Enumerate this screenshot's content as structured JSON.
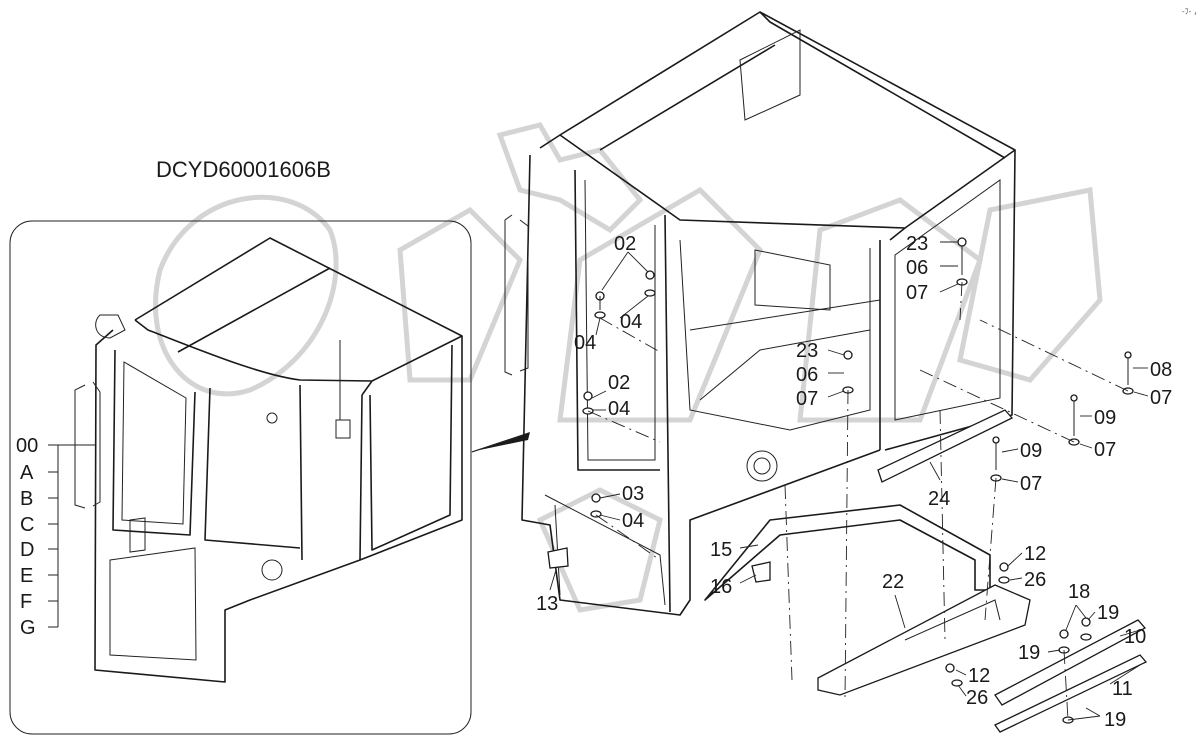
{
  "drawing": {
    "code": "DCYD60001606B",
    "corner_mark": "-ﾌ- ，"
  },
  "inset": {
    "labels": [
      "00",
      "A",
      "B",
      "C",
      "D",
      "E",
      "F",
      "G"
    ]
  },
  "callouts": [
    {
      "id": "c02a",
      "text": "02"
    },
    {
      "id": "c04a",
      "text": "04"
    },
    {
      "id": "c04b",
      "text": "04"
    },
    {
      "id": "c02b",
      "text": "02"
    },
    {
      "id": "c04c",
      "text": "04"
    },
    {
      "id": "c03",
      "text": "03"
    },
    {
      "id": "c04d",
      "text": "04"
    },
    {
      "id": "c13",
      "text": "13"
    },
    {
      "id": "c15",
      "text": "15"
    },
    {
      "id": "c16",
      "text": "16"
    },
    {
      "id": "c23a",
      "text": "23"
    },
    {
      "id": "c06a",
      "text": "06"
    },
    {
      "id": "c07a",
      "text": "07"
    },
    {
      "id": "c23b",
      "text": "23"
    },
    {
      "id": "c06b",
      "text": "06"
    },
    {
      "id": "c07b",
      "text": "07"
    },
    {
      "id": "c08",
      "text": "08"
    },
    {
      "id": "c07c",
      "text": "07"
    },
    {
      "id": "c09a",
      "text": "09"
    },
    {
      "id": "c07d",
      "text": "07"
    },
    {
      "id": "c09b",
      "text": "09"
    },
    {
      "id": "c07e",
      "text": "07"
    },
    {
      "id": "c24",
      "text": "24"
    },
    {
      "id": "c12a",
      "text": "12"
    },
    {
      "id": "c26a",
      "text": "26"
    },
    {
      "id": "c22",
      "text": "22"
    },
    {
      "id": "c18",
      "text": "18"
    },
    {
      "id": "c19a",
      "text": "19"
    },
    {
      "id": "c10",
      "text": "10"
    },
    {
      "id": "c19b",
      "text": "19"
    },
    {
      "id": "c12b",
      "text": "12"
    },
    {
      "id": "c26b",
      "text": "26"
    },
    {
      "id": "c11",
      "text": "11"
    },
    {
      "id": "c19c",
      "text": "19"
    }
  ]
}
